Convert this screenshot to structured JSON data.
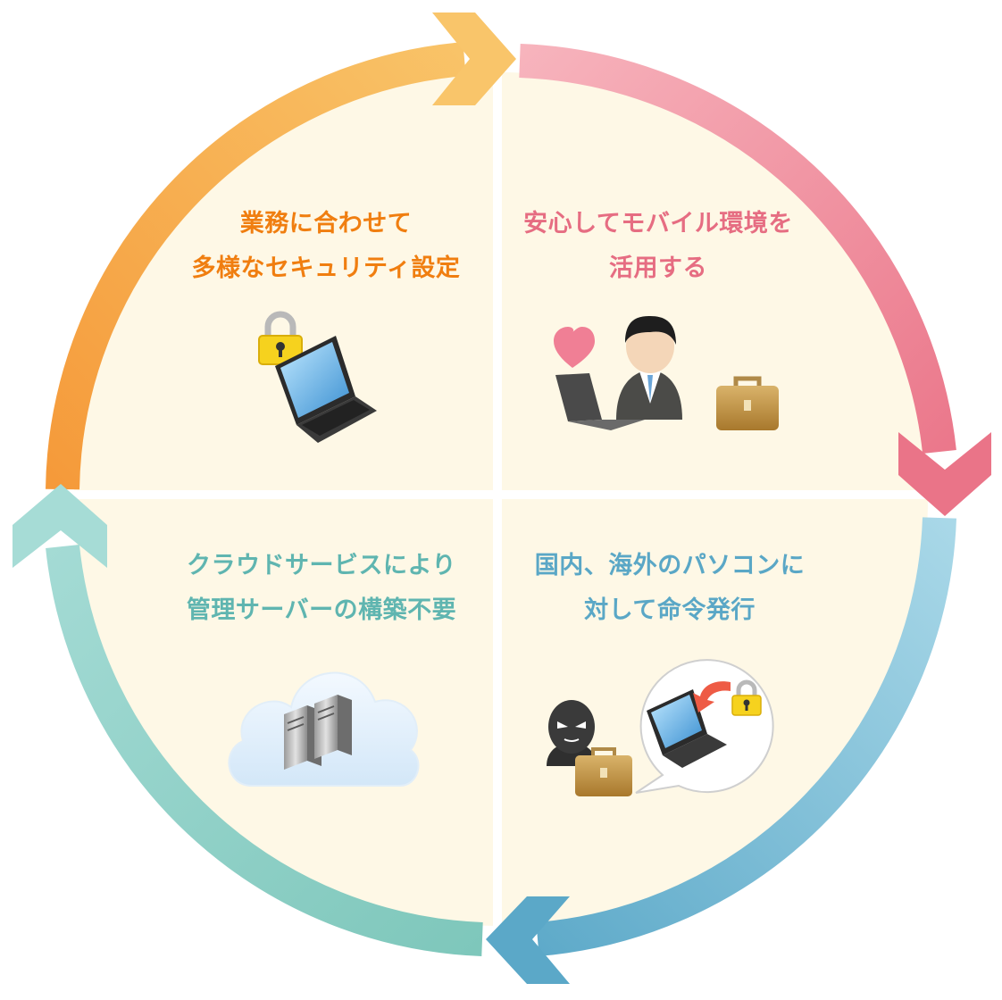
{
  "quadrants": [
    {
      "id": "q1",
      "lines": [
        "業務に合わせて",
        "多様なセキュリティ設定"
      ],
      "color": "#f07e10"
    },
    {
      "id": "q2",
      "lines": [
        "安心してモバイル環境を",
        "活用する"
      ],
      "color": "#e66d82"
    },
    {
      "id": "q3",
      "lines": [
        "クラウドサービスにより",
        "管理サーバーの構築不要"
      ],
      "color": "#5fb5b0"
    },
    {
      "id": "q4",
      "lines": [
        "国内、海外のパソコンに",
        "対して命令発行"
      ],
      "color": "#5aa7c6"
    }
  ],
  "arrows": {
    "top_left": {
      "from": "#f59a3a",
      "to": "#f9c56a"
    },
    "top_right": {
      "from": "#f7b4bd",
      "to": "#ea7488"
    },
    "bottom_right": {
      "from": "#a9d8e8",
      "to": "#5ba8c8"
    },
    "bottom_left": {
      "from": "#7ec7bb",
      "to": "#a6dcd6"
    }
  },
  "fill_color": "#fef8e6",
  "icons": [
    "padlock-icon",
    "laptop-icon",
    "heart-icon",
    "businessman-icon",
    "briefcase-icon",
    "cloud-icon",
    "server-icon",
    "thief-icon",
    "speech-bubble-icon"
  ]
}
